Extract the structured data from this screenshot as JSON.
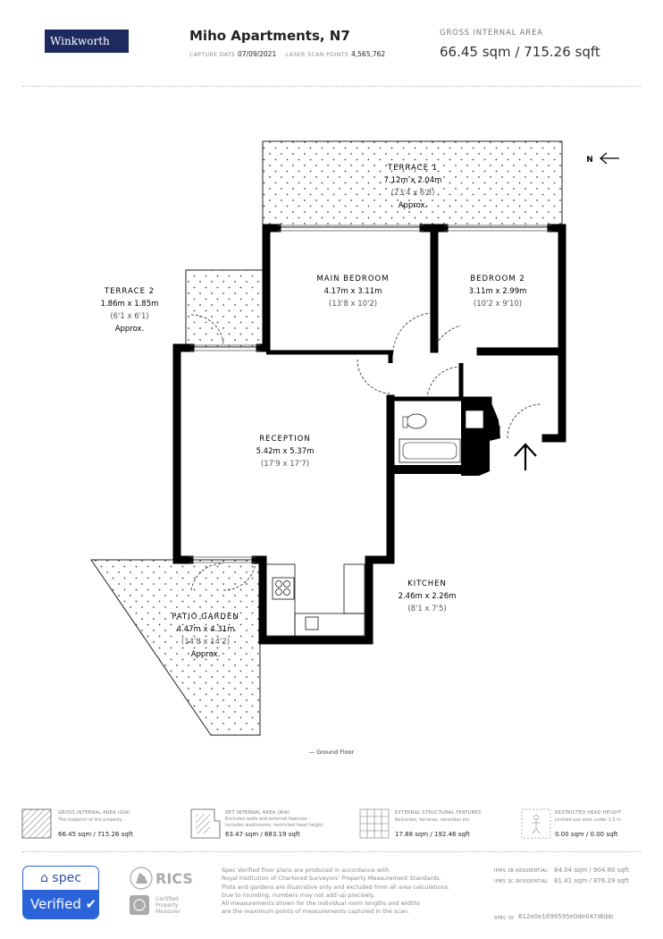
{
  "header": {
    "logo_text": "Winkworth",
    "title": "Miho Apartments, N7",
    "capture_date_label": "CAPTURE DATE",
    "capture_date": "07/09/2021",
    "laser_points_label": "LASER SCAN POINTS",
    "laser_points": "4,565,762",
    "gia_label": "GROSS INTERNAL AREA",
    "gia_value": "66.45 sqm / 715.26 sqft"
  },
  "floorplan": {
    "compass": "N",
    "floor_label": "— Ground Floor",
    "rooms": [
      {
        "id": "terrace1",
        "name": "TERRACE 1",
        "dims": "7.12m x 2.04m",
        "imperial": "(23'4 x 6'8)",
        "note": "Approx."
      },
      {
        "id": "terrace2",
        "name": "TERRACE 2",
        "dims": "1.86m x 1.85m",
        "imperial": "(6'1 x 6'1)",
        "note": "Approx."
      },
      {
        "id": "main_bedroom",
        "name": "MAIN BEDROOM",
        "dims": "4.17m x 3.11m",
        "imperial": "(13'8 x 10'2)"
      },
      {
        "id": "bedroom2",
        "name": "BEDROOM 2",
        "dims": "3.11m x 2.99m",
        "imperial": "(10'2 x 9'10)"
      },
      {
        "id": "reception",
        "name": "RECEPTION",
        "dims": "5.42m x 5.37m",
        "imperial": "(17'9 x 17'7)"
      },
      {
        "id": "kitchen",
        "name": "KITCHEN",
        "dims": "2.46m x 2.26m",
        "imperial": "(8'1 x 7'5)"
      },
      {
        "id": "patio",
        "name": "PATIO GARDEN",
        "dims": "4.47m x 4.31m",
        "imperial": "(14'8 x 14'2)",
        "note": "Approx."
      }
    ]
  },
  "legend": [
    {
      "label": "GROSS INTERNAL AREA (GIA)",
      "desc": [
        "The footprint of the property"
      ],
      "value": "66.45 sqm / 715.26 sqft"
    },
    {
      "label": "NET INTERNAL AREA (NIA)",
      "desc": [
        "Excludes walls and external features",
        "Includes washrooms, restricted head height"
      ],
      "value": "63.47 sqm / 683.19 sqft"
    },
    {
      "label": "EXTERNAL STRUCTURAL FEATURES",
      "desc": [
        "Balconies, terraces, verandas etc."
      ],
      "value": "17.88 sqm / 192.46 sqft"
    },
    {
      "label": "RESTRICTED HEAD HEIGHT",
      "desc": [
        "Limited use area under 1.5 m"
      ],
      "value": "0.00 sqm / 0.00 sqft"
    }
  ],
  "footer": {
    "spec_top": "spec",
    "spec_bottom": "Verified",
    "rics": "RICS",
    "rics_cert": [
      "Certified",
      "Property",
      "Measurer"
    ],
    "disclaimer": [
      "Spec Verified floor plans are produced in accordance with",
      "Royal Institution of Chartered Surveyors' Property Measurement Standards.",
      "Plots and gardens are illustrative only and excluded from all area calculations.",
      "Due to rounding, numbers may not add up precisely.",
      "All measurements shown for the individual room lengths and widths",
      "are the maximum points of measurements captured in the scan."
    ],
    "ipms3b_label": "IPMS 3B RESIDENTIAL",
    "ipms3b_value": "84.04 sqm / 904.60 sqft",
    "ipms3c_label": "IPMS 3C RESIDENTIAL",
    "ipms3c_value": "81.41 sqm / 876.29 sqft",
    "spec_id_label": "SPEC ID",
    "spec_id": "612e0e1699595e0de047dbbb"
  }
}
